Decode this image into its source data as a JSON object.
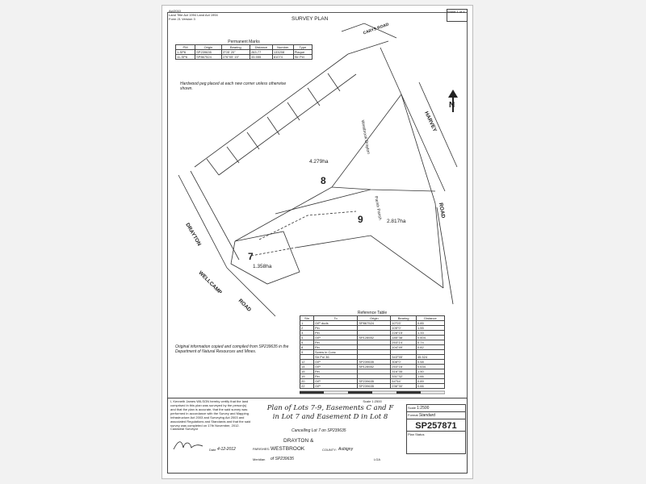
{
  "header": {
    "form_code": "Ap/2010",
    "acts": "Land Title Act 1994    Land Act 1994",
    "form_ref": "Form 21 Version 3",
    "title": "SURVEY PLAN",
    "sheet_label": "Sheet",
    "sheet_value": "1",
    "of_label": "of",
    "of_value": "4"
  },
  "permanent_marks": {
    "title": "Permanent Marks",
    "columns": [
      "PM",
      "Origin",
      "Bearing",
      "Distance",
      "Number",
      "Type"
    ],
    "rows": [
      [
        "1-SP6",
        "SP239635",
        "3°05' 20\"",
        "263.77",
        "133208",
        "Plaque"
      ],
      [
        "11-SP6",
        "SP867524",
        "276°05' 15\"",
        "33.555",
        "81074",
        "Str Pel"
      ]
    ]
  },
  "notes": {
    "hardwood": "Hardwood peg placed at each new corner unless otherwise shown."
  },
  "north": "N",
  "roads": {
    "carys": "CARYS ROAD",
    "harvey_1": "HARVEY",
    "harvey_2": "ROAD",
    "drayton": "DRAYTON",
    "wellcamp": "WELLCAMP",
    "road": "ROAD"
  },
  "lots": {
    "lot8": "8",
    "lot8_area": "4.279ha",
    "lot9": "9",
    "lot9_area": "2.817ha",
    "lot7": "7",
    "lot7_area": "1.358ha",
    "parish_label": "Westbrook Drayton",
    "parish_label_2": "Parish Parish"
  },
  "reference_table": {
    "title": "Reference Table",
    "columns": [
      "Stn",
      "To",
      "Origin",
      "Bearing",
      "Distance"
    ],
    "rows": [
      [
        "1",
        "O/P duds",
        "SP867524",
        "10°03'",
        "0.85"
      ],
      [
        "2",
        "Pin",
        "",
        "105°0'",
        "1.55"
      ],
      [
        "3",
        "Pin",
        "",
        "228°15'",
        "1.33"
      ],
      [
        "4",
        "O/P",
        "SP128552",
        "185°38'",
        "0.604"
      ],
      [
        "5",
        "Pin",
        "",
        "253°14'",
        "0.74"
      ],
      [
        "8",
        "Pin",
        "",
        "104°49'",
        "0.82"
      ],
      [
        "9",
        "Screw in Conc",
        "",
        "",
        ""
      ],
      [
        "",
        "Str Pol 36",
        "",
        "343°55'",
        "45.524"
      ],
      [
        "12",
        "O/P",
        "SP239635",
        "308°0'",
        "0.58"
      ],
      [
        "14",
        "O/P",
        "SP128552",
        "253°16'",
        "0.634"
      ],
      [
        "15",
        "Pin",
        "",
        "316°35'",
        "1.50"
      ],
      [
        "19",
        "Pin",
        "",
        "331°32'",
        "1.66"
      ],
      [
        "20",
        "O/P",
        "SP239635",
        "54°54'",
        "0.89"
      ],
      [
        "22",
        "O/P",
        "SP239635",
        "236°30'",
        "0.66"
      ]
    ]
  },
  "info_note": "Original information copied and compiled from SP239635 in the Department of Natural Resources and Mines.",
  "scale_bar_label": "Scale 1:2500",
  "certificate": "I, Kenneth James WILSON hereby certify that the land comprised in this plan was surveyed by the person(s) and that the plan is accurate, that the said survey was performed in accordance with the Survey and Mapping Infrastructure Act 2003 and Surveying Act 2003 and associated Regulations and Standards and that the said survey was completed on 17th November, 2012.",
  "cadastral_surveyor": "Cadastral Surveyor",
  "date_label": "Date",
  "date_value": "4-12-2012",
  "plan_title_1": "Plan of Lots 7-9, Easements C and F",
  "plan_title_2": "in Lot 7 and Easement D in Lot 8",
  "cancelling": "Cancelling Lot 7 on SP239635",
  "locality_1": "DRAYTON &",
  "parishes_label": "PARISHES:",
  "locality_2": "WESTBROOK",
  "county_label": "COUNTY:",
  "county_value": "Aubigny",
  "meridian_label": "Meridian",
  "meridian_value": "of SP239635",
  "lga_label": "LGA",
  "lga_value": "",
  "scale_label": "Scale",
  "scale_value": "1:2500",
  "format_label": "Format",
  "format_value": "Standard",
  "plan_number": "SP257871",
  "plan_status_label": "Plan Status"
}
